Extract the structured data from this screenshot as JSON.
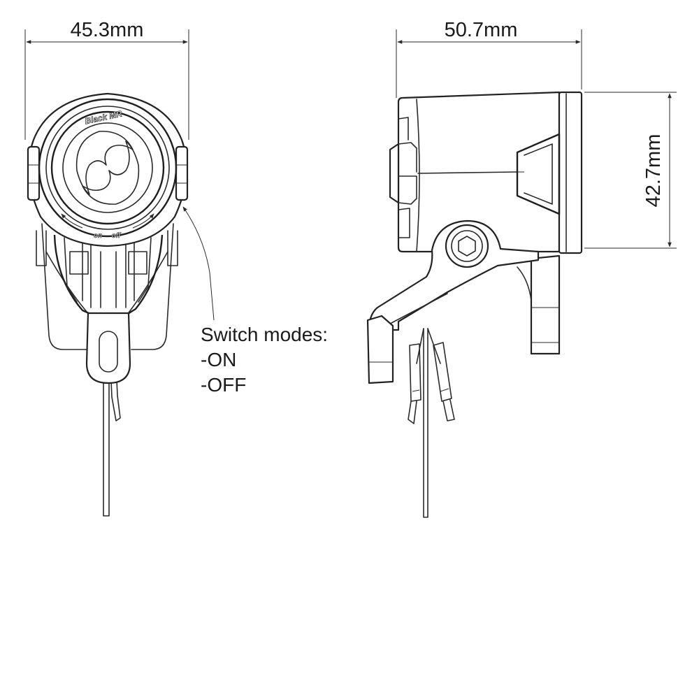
{
  "dimensions": {
    "front_width": "45.3mm",
    "side_length": "50.7mm",
    "side_height": "42.7mm"
  },
  "callout": {
    "title": "Switch modes:",
    "mode_on": "-ON",
    "mode_off": "-OFF"
  },
  "lamp": {
    "brand": "Black MR",
    "switch_on": "on",
    "switch_off": "off"
  }
}
